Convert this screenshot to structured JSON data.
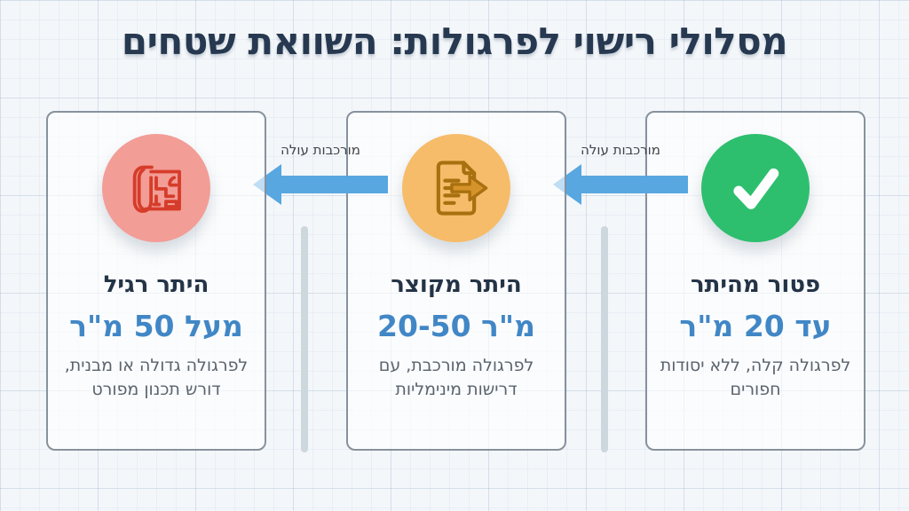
{
  "title": "מסלולי רישוי לפרגולות: השוואת שטחים",
  "flow_label": "מורכבות עולה",
  "cards": [
    {
      "id": "exempt",
      "icon": "check-icon",
      "title": "פטור מהיתר",
      "area": "עד 20 מ\"ר",
      "desc": "לפרגולה קלה, ללא יסודות חפורים"
    },
    {
      "id": "short-permit",
      "icon": "document-arrow-icon",
      "title": "היתר מקוצר",
      "area": "20-50 מ\"ר",
      "desc": "לפרגולה מורכבת, עם דרישות מינימליות"
    },
    {
      "id": "full-permit",
      "icon": "blueprint-icon",
      "title": "היתר רגיל",
      "area": "מעל 50 מ\"ר",
      "desc": "לפרגולה גדולה או מבנית, דורש תכנון מפורט"
    }
  ],
  "colors": {
    "title_navy": "#273950",
    "accent_blue": "#4187c6",
    "arrow_blue": "#58a7e0",
    "green_circle": "#2dbf6e",
    "orange_circle": "#f6bc69",
    "pink_circle": "#f29d96",
    "icon_orange": "#a8700e",
    "icon_red": "#d63c2a",
    "desc_gray": "#5a646e",
    "divider_gray": "#cdd7de"
  }
}
